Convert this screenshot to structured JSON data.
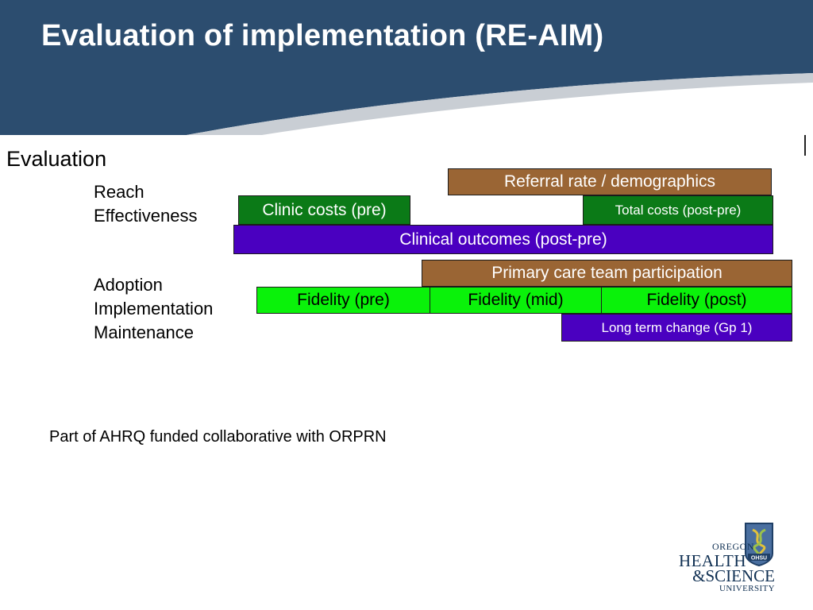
{
  "slide": {
    "title": "Evaluation of implementation (RE-AIM)",
    "section": "Evaluation"
  },
  "categories": {
    "reach": "Reach",
    "effectiveness": "Effectiveness",
    "adoption": "Adoption",
    "implementation": "Implementation",
    "maintenance": "Maintenance"
  },
  "bars": {
    "referral": "Referral rate / demographics",
    "clinic_costs": "Clinic costs (pre)",
    "total_costs": "Total costs (post-pre)",
    "clinical_outcomes": "Clinical outcomes (post-pre)",
    "primary_care": "Primary care team participation",
    "fidelity_pre": "Fidelity (pre)",
    "fidelity_mid": "Fidelity (mid)",
    "fidelity_post": "Fidelity (post)",
    "long_term": "Long term change (Gp 1)"
  },
  "note": "Part of AHRQ funded collaborative with ORPRN",
  "logo": {
    "line1": "OREGON",
    "line2": "HEALTH",
    "line3": "&SCIENCE",
    "line4": "UNIVERSITY",
    "badge": "OHSU"
  },
  "colors": {
    "header": "#2c4d6f",
    "brown": "#9a6534",
    "dark_green": "#0b7a17",
    "purple": "#4a00c0",
    "light_green": "#0af20a"
  }
}
